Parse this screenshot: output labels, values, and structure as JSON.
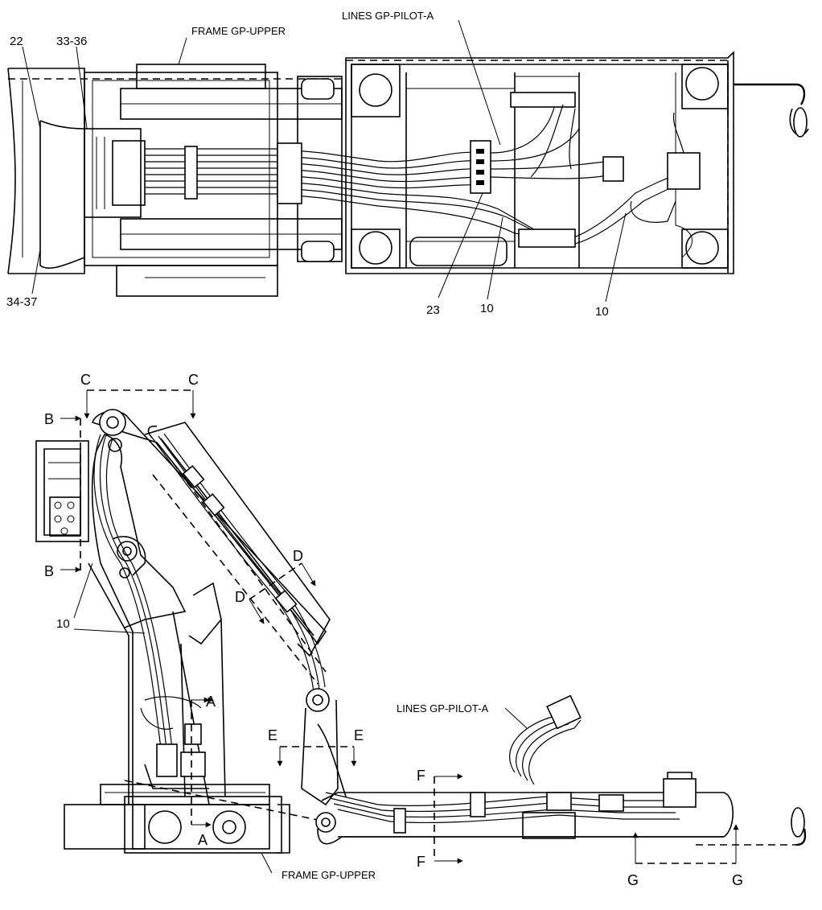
{
  "top_view": {
    "frame_label": "FRAME GP-UPPER",
    "lines_label": "LINES GP-PILOT-A",
    "callouts": [
      "22",
      "33-36",
      "34-37",
      "23",
      "10",
      "10"
    ]
  },
  "side_view": {
    "lines_label": "LINES GP-PILOT-A",
    "frame_label": "FRAME GP-UPPER",
    "callout_10": "10",
    "section_markers": {
      "a": "A",
      "b": "B",
      "c": "C",
      "d": "D",
      "e": "E",
      "f": "F",
      "g": "G"
    }
  }
}
